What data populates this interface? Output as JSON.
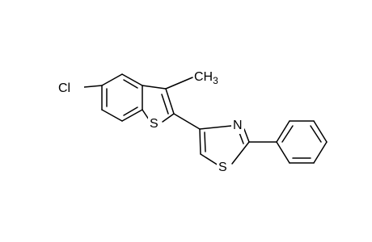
{
  "molecule": {
    "atoms": {
      "chlorine": "Cl",
      "methyl": "CH",
      "methyl_subscript": "3",
      "benzothiophene_sulfur": "S",
      "thiazole_nitrogen": "N",
      "thiazole_sulfur": "S"
    },
    "colors": {
      "bond": "#000000",
      "label": "#000000",
      "background": "#ffffff"
    }
  }
}
